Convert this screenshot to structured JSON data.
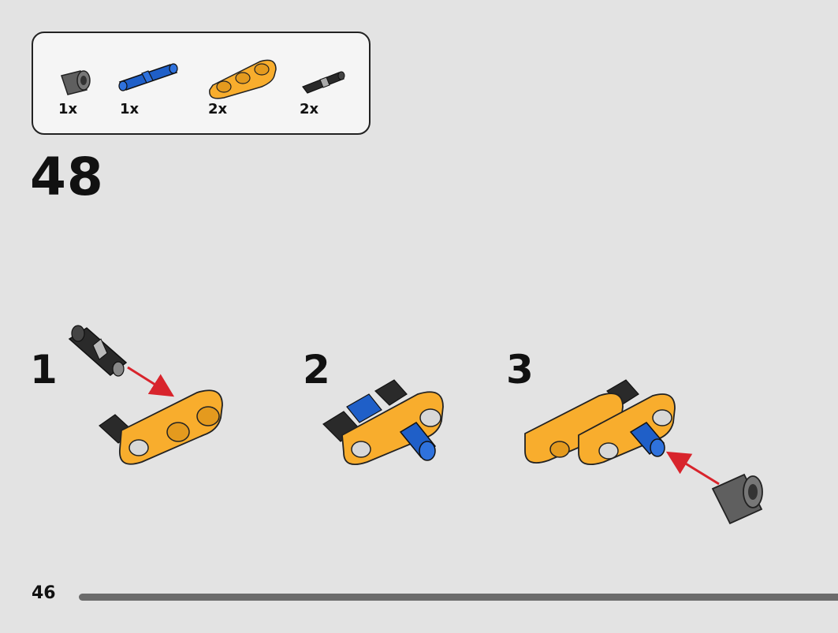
{
  "parts_list": {
    "items": [
      {
        "name": "bush-icon",
        "qty": "1x"
      },
      {
        "name": "blue-pin-icon",
        "qty": "1x"
      },
      {
        "name": "beam-3-icon",
        "qty": "2x"
      },
      {
        "name": "black-pin-icon",
        "qty": "2x"
      }
    ]
  },
  "step": {
    "number": "48"
  },
  "substeps": [
    "1",
    "2",
    "3"
  ],
  "page": {
    "number": "46"
  },
  "colors": {
    "beam": "#f8ad2d",
    "blue_pin": "#1f5fc8",
    "black_pin": "#2a2a2a",
    "bush": "#5f5f5f",
    "arrow": "#d8242c",
    "background": "#e3e3e3"
  }
}
